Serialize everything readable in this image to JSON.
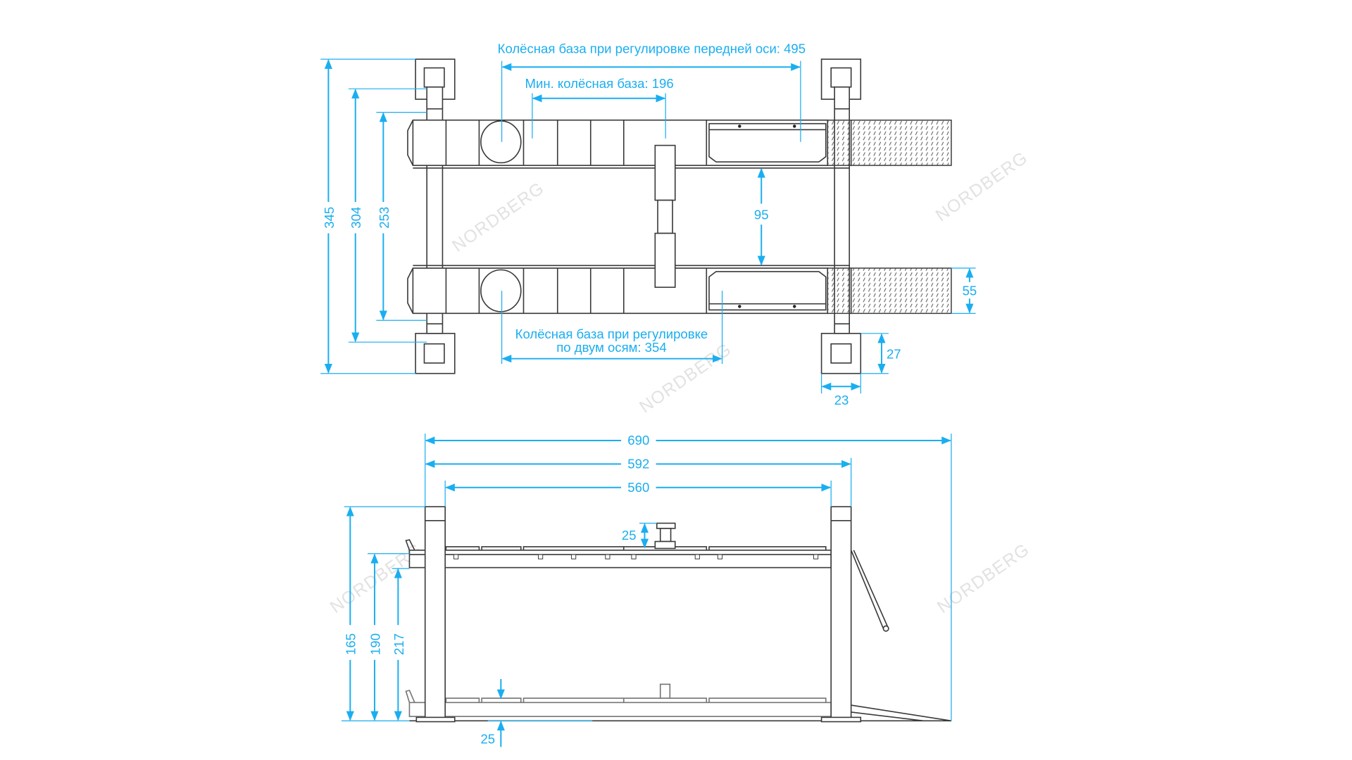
{
  "brand": "NORDBERG",
  "colors": {
    "dimension": "#1aaef0",
    "line": "#3a3a3a"
  },
  "top_view": {
    "front_axle_wheelbase": "Колёсная база при регулировке передней оси: 495",
    "min_wheelbase": "Мин. колёсная база: 196",
    "two_axle_wheelbase_line1": "Колёсная база при регулировке",
    "two_axle_wheelbase_line2": "по двум осям: 354",
    "overall_width": "345",
    "post_width": "304",
    "runway_outer_width": "253",
    "runway_gap": "95",
    "runway_width": "55",
    "base_plate_depth": "27",
    "base_plate_width": "23"
  },
  "side_view": {
    "overall_length": "690",
    "post_span_outer": "592",
    "post_span_inner": "560",
    "jack_height": "25",
    "column_height": "165",
    "max_lift_height": "190",
    "max_lift_height_total": "217",
    "min_height": "25"
  }
}
